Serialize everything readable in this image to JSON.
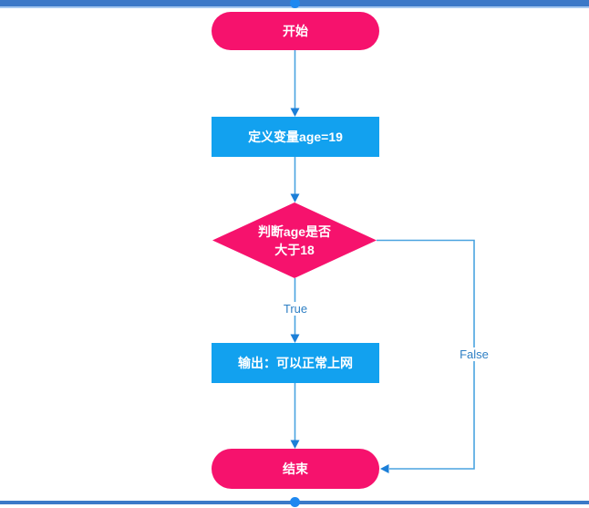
{
  "canvas": {
    "selection_border_color": "#3c79c8",
    "selection_guide_color": "#a6c9f1",
    "selection_handle_color": "#1e88f0",
    "background_color": "#ffffff"
  },
  "flowchart": {
    "colors": {
      "terminator_fill": "#f6126d",
      "process_fill": "#12a1ef",
      "decision_fill": "#f6126d",
      "node_text": "#ffffff",
      "connector": "#4aa3e0",
      "arrowhead": "#1b7fd8",
      "edge_label_text": "#2e7fc4"
    },
    "nodes": [
      {
        "id": "start",
        "type": "terminator",
        "label": "开始"
      },
      {
        "id": "define-variable",
        "type": "process",
        "label": "定义变量age=19"
      },
      {
        "id": "decision",
        "type": "decision",
        "label_line1": "判断age是否",
        "label_line2": "大于18"
      },
      {
        "id": "output",
        "type": "process",
        "label": "输出：可以正常上网"
      },
      {
        "id": "end",
        "type": "terminator",
        "label": "结束"
      }
    ],
    "edge_labels": {
      "true": "True",
      "false": "False"
    }
  }
}
